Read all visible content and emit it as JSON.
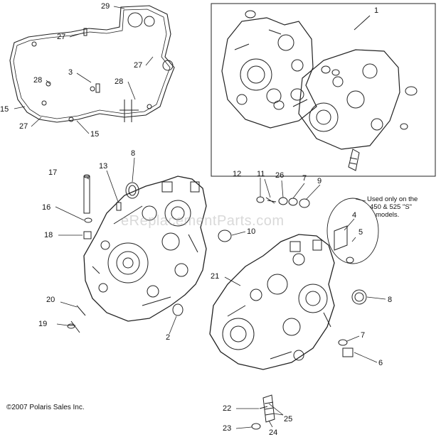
{
  "diagram": {
    "callouts": [
      {
        "id": "c1",
        "text": "1"
      },
      {
        "id": "c29",
        "text": "29"
      },
      {
        "id": "c27a",
        "text": "27"
      },
      {
        "id": "c27b",
        "text": "27"
      },
      {
        "id": "c27c",
        "text": "27"
      },
      {
        "id": "c3",
        "text": "3"
      },
      {
        "id": "c28a",
        "text": "28"
      },
      {
        "id": "c28b",
        "text": "28"
      },
      {
        "id": "c15a",
        "text": "15"
      },
      {
        "id": "c15b",
        "text": "15"
      },
      {
        "id": "c8a",
        "text": "8"
      },
      {
        "id": "c17",
        "text": "17"
      },
      {
        "id": "c13",
        "text": "13"
      },
      {
        "id": "c16",
        "text": "16"
      },
      {
        "id": "c18",
        "text": "18"
      },
      {
        "id": "c20",
        "text": "20"
      },
      {
        "id": "c19",
        "text": "19"
      },
      {
        "id": "c2",
        "text": "2"
      },
      {
        "id": "c12",
        "text": "12"
      },
      {
        "id": "c11",
        "text": "11"
      },
      {
        "id": "c26",
        "text": "26"
      },
      {
        "id": "c7a",
        "text": "7"
      },
      {
        "id": "c9",
        "text": "9"
      },
      {
        "id": "c10",
        "text": "10"
      },
      {
        "id": "c4",
        "text": "4"
      },
      {
        "id": "c5",
        "text": "5"
      },
      {
        "id": "c21",
        "text": "21"
      },
      {
        "id": "c8b",
        "text": "8"
      },
      {
        "id": "c7b",
        "text": "7"
      },
      {
        "id": "c6",
        "text": "6"
      },
      {
        "id": "c22",
        "text": "22"
      },
      {
        "id": "c25",
        "text": "25"
      },
      {
        "id": "c23",
        "text": "23"
      },
      {
        "id": "c24",
        "text": "24"
      }
    ],
    "note_lines": [
      "Used only on the",
      "450 & 525 \"S\"",
      "models."
    ],
    "watermark": "eReplacementParts.com",
    "copyright": "©2007 Polaris Sales Inc."
  }
}
